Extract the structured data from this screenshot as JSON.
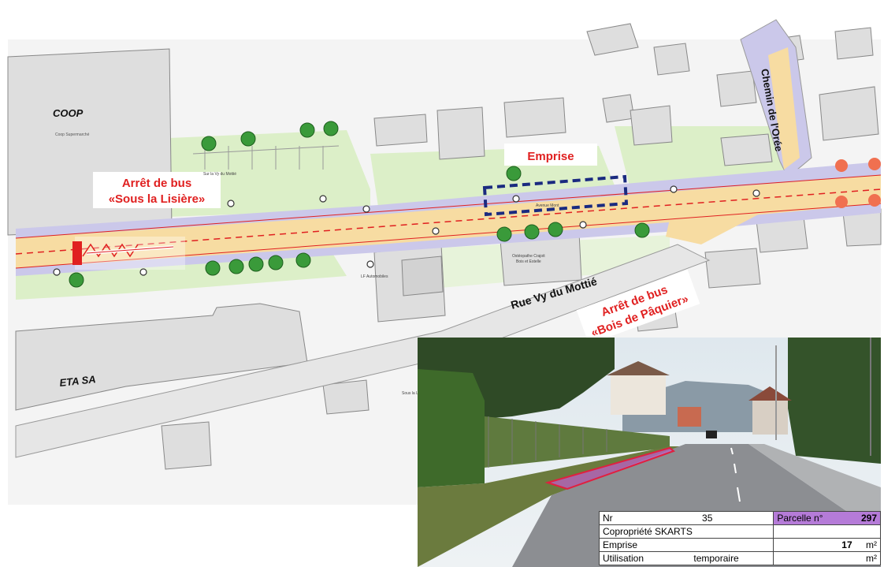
{
  "map": {
    "labels": {
      "coop": "COOP",
      "coop_sub": "Coop Supermarché",
      "eta": "ETA SA",
      "emprise": "Emprise",
      "bus_stop_1_line1": "Arrêt de bus",
      "bus_stop_1_line2": "«Sous la Lisière»",
      "bus_stop_2_line1": "Arrêt de bus",
      "bus_stop_2_line2": "«Bois de Pâquier»",
      "street_1": "Rue Vy du Mottié",
      "street_2": "Chemin de l'Orée",
      "small_vy_mottie": "Sur la Vy du Mottié",
      "small_osteo": "Ostéopathe Crajoit",
      "small_osteo2": "Bois et Estelle",
      "small_auto": "LF Automobiles",
      "small_sous": "Sous la Lisière",
      "small_avenue": "Avenue Mont"
    },
    "colors": {
      "road": "#f7dca2",
      "sidewalk": "#cbc8ea",
      "green": "#dcefc8",
      "building": "#dedede",
      "red": "#e02020",
      "dashed_box": "#1a2a80"
    }
  },
  "photo": {
    "table": {
      "nr_label": "Nr",
      "nr_value": "35",
      "parcelle_label": "Parcelle n°",
      "parcelle_value": "297",
      "owner": "Copropriété SKARTS",
      "emprise_label": "Emprise",
      "emprise_value": "17",
      "emprise_unit": "m²",
      "use_label": "Utilisation",
      "use_value": "temporaire",
      "use_unit": "m²"
    }
  }
}
